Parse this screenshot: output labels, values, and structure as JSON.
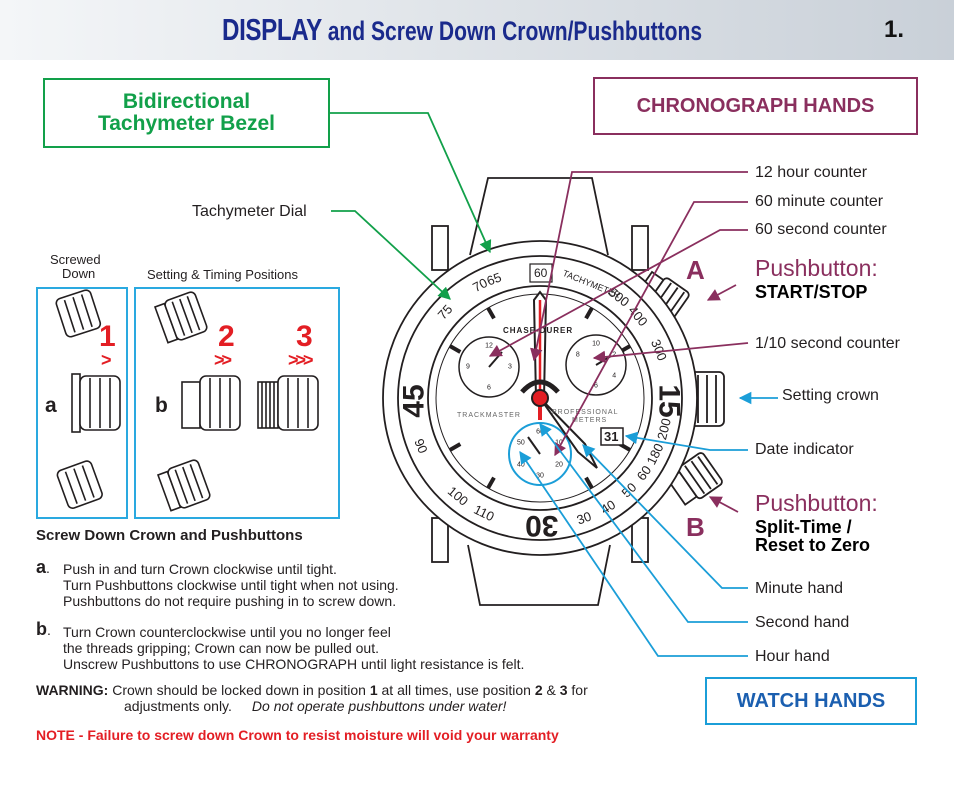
{
  "header": {
    "title_big": "DISPLAY",
    "title_rest": " and Screw Down Crown/Pushbuttons",
    "page_number": "1."
  },
  "boxes": {
    "bezel_line1": "Bidirectional",
    "bezel_line2": "Tachymeter Bezel",
    "chrono": "CHRONOGRAPH HANDS",
    "watch": "WATCH HANDS"
  },
  "left_labels": {
    "tachymeter_dial": "Tachymeter Dial",
    "screwed_line1": "Screwed",
    "screwed_line2": "Down",
    "setting_timing": "Setting & Timing Positions",
    "pos1": "1",
    "pos2": "2",
    "pos3": "3",
    "chev1": ">",
    "chev2": ">>",
    "chev3": ">>>",
    "a": "a",
    "b": "b"
  },
  "instructions": {
    "heading": "Screw Down Crown and Pushbuttons",
    "a_letter": "a",
    "a_dot": ".",
    "a_line1": "Push in and turn Crown clockwise until tight.",
    "a_line2": "Turn Pushbuttons clockwise until tight when not using.",
    "a_line3": "Pushbuttons do not require pushing in to screw down.",
    "b_letter": "b",
    "b_dot": ".",
    "b_line1": "Turn Crown counterclockwise until you no longer feel",
    "b_line2": "the threads gripping; Crown can now be pulled out.",
    "b_line3": "Unscrew Pushbuttons to use CHRONOGRAPH until light resistance is felt.",
    "warning_label": "WARNING:",
    "warning_t1": " Crown should be locked down in position ",
    "warning_n1": "1",
    "warning_t2": " at all times, use position ",
    "warning_n2": "2",
    "warning_amp": " & ",
    "warning_n3": "3",
    "warning_t3": " for",
    "warning_line2": "adjustments only.",
    "warning_italic": "Do not operate pushbuttons under water!",
    "note": "NOTE - Failure to screw down Crown to resist moisture will void your warranty"
  },
  "right_labels": {
    "hour12": "12 hour counter",
    "min60": "60 minute counter",
    "sec60": "60 second counter",
    "tenth": "1/10 second counter",
    "setting_crown": "Setting crown",
    "date": "Date indicator",
    "minute_hand": "Minute hand",
    "second_hand": "Second hand",
    "hour_hand": "Hour hand"
  },
  "pushbuttons": {
    "a_letter": "A",
    "a_title": "Pushbutton:",
    "a_sub": "START/STOP",
    "b_letter": "B",
    "b_title": "Pushbutton:",
    "b_sub1": "Split-Time /",
    "b_sub2": "Reset to Zero"
  },
  "watch": {
    "bezel_top": "60",
    "bezel_numbers": [
      "70",
      "65",
      "75",
      "90",
      "100",
      "110",
      "30",
      "40",
      "50",
      "60",
      "180",
      "200",
      "300",
      "400",
      "500"
    ],
    "big_45": "45",
    "big_15": "15",
    "big_30": "30",
    "tachymeter_text": "TACHYMETER",
    "brand": "CHASE-DURER",
    "trackmaster": "TRACKMASTER",
    "professional": "PROFESSIONAL",
    "meters": "METERS",
    "date_value": "31",
    "left_sub": [
      "12",
      "3",
      "6",
      "9"
    ],
    "right_sub": [
      "10",
      "8",
      "2",
      "6",
      "4"
    ],
    "bottom_sub": [
      "60",
      "50",
      "10",
      "40",
      "20",
      "30"
    ]
  },
  "colors": {
    "green": "#12a04a",
    "purple": "#8a2f5e",
    "blue": "#1b9ed8",
    "navy": "#1a2a8c",
    "red": "#e31e24"
  }
}
